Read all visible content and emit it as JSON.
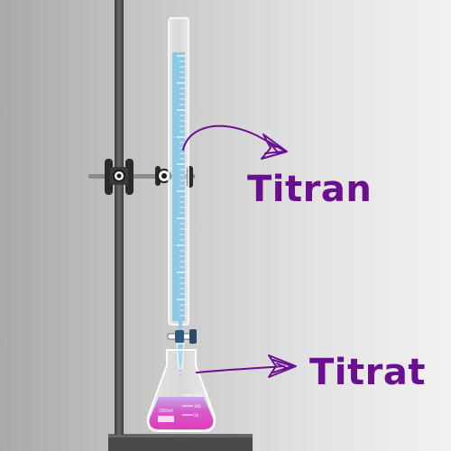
{
  "labels": {
    "titran": "Titran",
    "titrat": "Titrat"
  },
  "flask": {
    "volume_label": "250ml",
    "graduations": [
      "150",
      "100",
      "50"
    ]
  },
  "colors": {
    "label_purple": "#6a0f91",
    "titrant_liquid": "#8ecae6",
    "analyte_liquid": "#d94fc0",
    "stand_rod": "#555555",
    "clamp": "#2b2b2b"
  }
}
